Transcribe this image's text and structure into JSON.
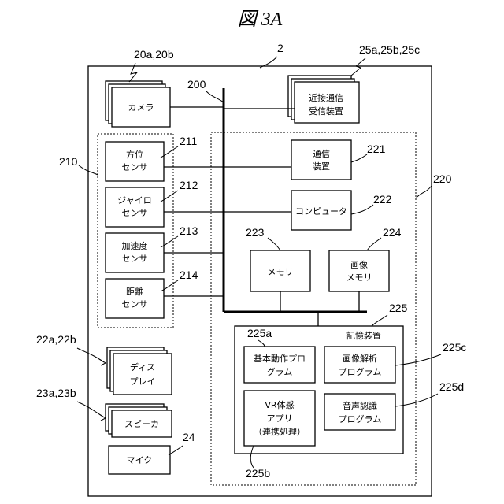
{
  "figure_title": "図 3A",
  "refs": {
    "device": "2",
    "camera": "20a,20b",
    "bus": "200",
    "proximity": "25a,25b,25c",
    "sensor_group": "210",
    "azimuth": "211",
    "gyro": "212",
    "accel": "213",
    "distance": "214",
    "control_unit": "220",
    "comm": "221",
    "computer": "222",
    "memory": "223",
    "image_memory": "224",
    "storage": "225",
    "basic_program": "225a",
    "vr_app": "225b",
    "image_analysis": "225c",
    "voice_recognition": "225d",
    "display": "22a,22b",
    "speaker": "23a,23b",
    "mic": "24"
  },
  "labels": {
    "camera": [
      "カメラ"
    ],
    "proximity": [
      "近接通信",
      "受信装置"
    ],
    "azimuth": [
      "方位",
      "センサ"
    ],
    "gyro": [
      "ジャイロ",
      "センサ"
    ],
    "accel": [
      "加速度",
      "センサ"
    ],
    "distance": [
      "距離",
      "センサ"
    ],
    "comm": [
      "通信",
      "装置"
    ],
    "computer": [
      "コンピュータ"
    ],
    "memory": [
      "メモリ"
    ],
    "image_memory": [
      "画像",
      "メモリ"
    ],
    "storage": [
      "記憶装置"
    ],
    "basic_program": [
      "基本動作プロ",
      "グラム"
    ],
    "vr_app": [
      "VR体感",
      "アプリ",
      "（連携処理）"
    ],
    "image_analysis": [
      "画像解析",
      "プログラム"
    ],
    "voice_recognition": [
      "音声認識",
      "プログラム"
    ],
    "display": [
      "ディス",
      "プレイ"
    ],
    "speaker": [
      "スピーカ"
    ],
    "mic": [
      "マイク"
    ]
  }
}
